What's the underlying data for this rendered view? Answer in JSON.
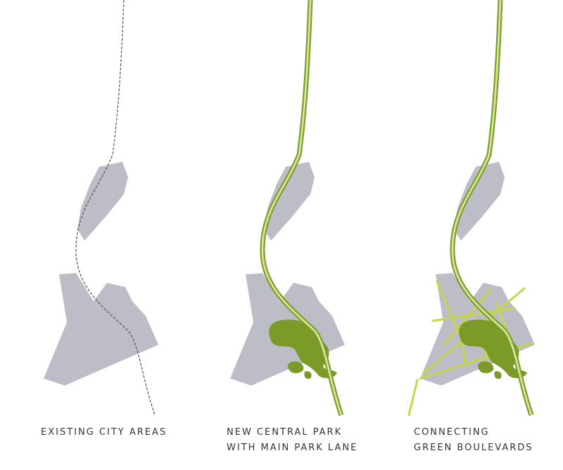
{
  "panels": [
    {
      "id": "existing",
      "caption_lines": [
        "EXISTING CITY AREAS"
      ]
    },
    {
      "id": "park",
      "caption_lines": [
        "NEW CENTRAL PARK",
        "WITH MAIN PARK LANE"
      ]
    },
    {
      "id": "boulevards",
      "caption_lines": [
        "CONNECTING",
        "GREEN BOULEVARDS"
      ]
    }
  ],
  "colors": {
    "city_area": "#bdbdc8",
    "rail_line": "#555555",
    "park_green": "#7b9a27",
    "park_lane_fill": "#a8c25c",
    "boulevard": "#c8d44a"
  }
}
